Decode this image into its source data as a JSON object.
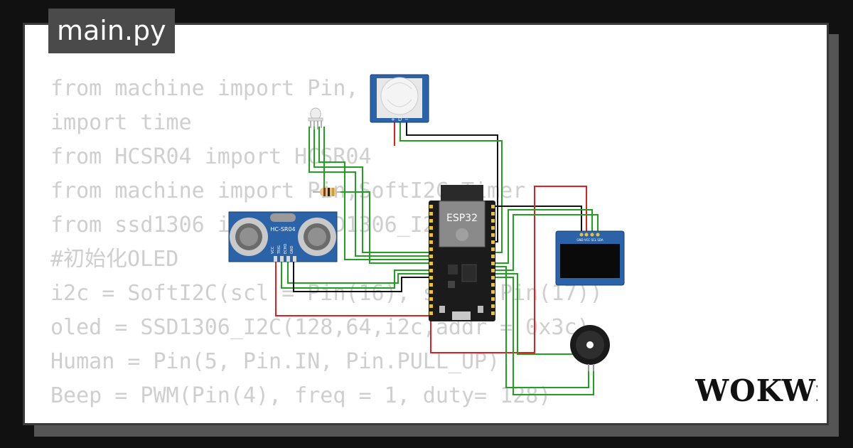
{
  "tab": {
    "filename": "main.py"
  },
  "code_lines": [
    "from machine import Pin,",
    "import time",
    "from HCSR04 import HCSR04",
    "from machine import Pin,SoftI2C,Timer",
    "from ssd1306 import SSD1306_I2C",
    "#初始化OLED",
    "i2c = SoftI2C(scl = Pin(16), sda = Pin(17))",
    "oled = SSD1306_I2C(128,64,i2c,addr = 0x3c)",
    "Human = Pin(5, Pin.IN, Pin.PULL_UP)",
    "Beep = PWM(Pin(4), freq = 1, duty= 128)"
  ],
  "circuit": {
    "esp32_label": "ESP32",
    "hcsr04_label": "HC-SR04",
    "hcsr04_pins": [
      "VCC",
      "TRIG",
      "ECHO",
      "GND"
    ],
    "pir_pins": [
      "+",
      "D",
      "−"
    ],
    "oled_pins": "GND VCC SCL SDA"
  },
  "brand": {
    "logo_text": "WOKWi"
  },
  "colors": {
    "wire_green": "#22a022",
    "wire_red": "#e02020",
    "wire_black": "#111111",
    "board_blue": "#2b63a8",
    "esp32_body": "#1b1b1b",
    "code_text": "#cfcfcf"
  }
}
